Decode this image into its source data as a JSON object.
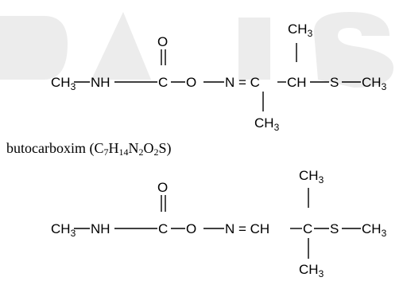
{
  "structure_1": {
    "atoms": {
      "o": "O",
      "ch3_left": "CH",
      "ch3_left_sub": "3",
      "nh": "NH",
      "c_carbonyl": "C",
      "o_ester": "O",
      "n_eq": "N = C",
      "ch": "CH",
      "s": "S",
      "ch3_right": "CH",
      "ch3_right_sub": "3",
      "ch3_top": "CH",
      "ch3_top_sub": "3",
      "ch3_bottom": "CH",
      "ch3_bottom_sub": "3"
    }
  },
  "caption": {
    "name": "butocarboxim (C",
    "s1": "7",
    "t1": "H",
    "s2": "14",
    "t2": "N",
    "s3": "2",
    "t3": "O",
    "s4": "2",
    "t4": "S)"
  },
  "structure_2": {
    "atoms": {
      "o": "O",
      "ch3_left": "CH",
      "ch3_left_sub": "3",
      "nh": "NH",
      "c_carbonyl": "C",
      "o_ester": "O",
      "n_eq": "N = CH",
      "c_quat": "C",
      "s": "S",
      "ch3_right": "CH",
      "ch3_right_sub": "3",
      "ch3_top": "CH",
      "ch3_top_sub": "3",
      "ch3_bottom": "CH",
      "ch3_bottom_sub": "3"
    }
  },
  "colors": {
    "watermark": "#ececec",
    "ink": "#000000"
  }
}
